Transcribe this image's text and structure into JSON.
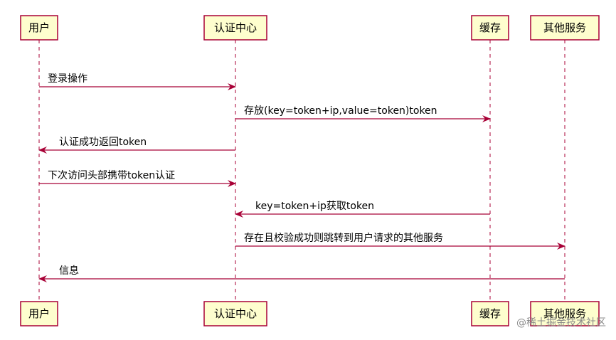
{
  "participants": [
    {
      "id": "user",
      "label": "用户"
    },
    {
      "id": "auth",
      "label": "认证中心"
    },
    {
      "id": "cache",
      "label": "缓存"
    },
    {
      "id": "svc",
      "label": "其他服务"
    }
  ],
  "messages": [
    {
      "from": "user",
      "to": "auth",
      "label": "登录操作"
    },
    {
      "from": "auth",
      "to": "cache",
      "label": "存放(key=token+ip,value=token)token"
    },
    {
      "from": "auth",
      "to": "user",
      "label": "认证成功返回token"
    },
    {
      "from": "user",
      "to": "auth",
      "label": "下次访问头部携带token认证"
    },
    {
      "from": "cache",
      "to": "auth",
      "label": "key=token+ip获取token"
    },
    {
      "from": "auth",
      "to": "svc",
      "label": "存在且校验成功则跳转到用户请求的其他服务"
    },
    {
      "from": "svc",
      "to": "user",
      "label": "信息"
    }
  ],
  "watermark": "@稀土掘金技术社区",
  "colors": {
    "line": "#A80036",
    "box_fill": "#FEFECE"
  }
}
